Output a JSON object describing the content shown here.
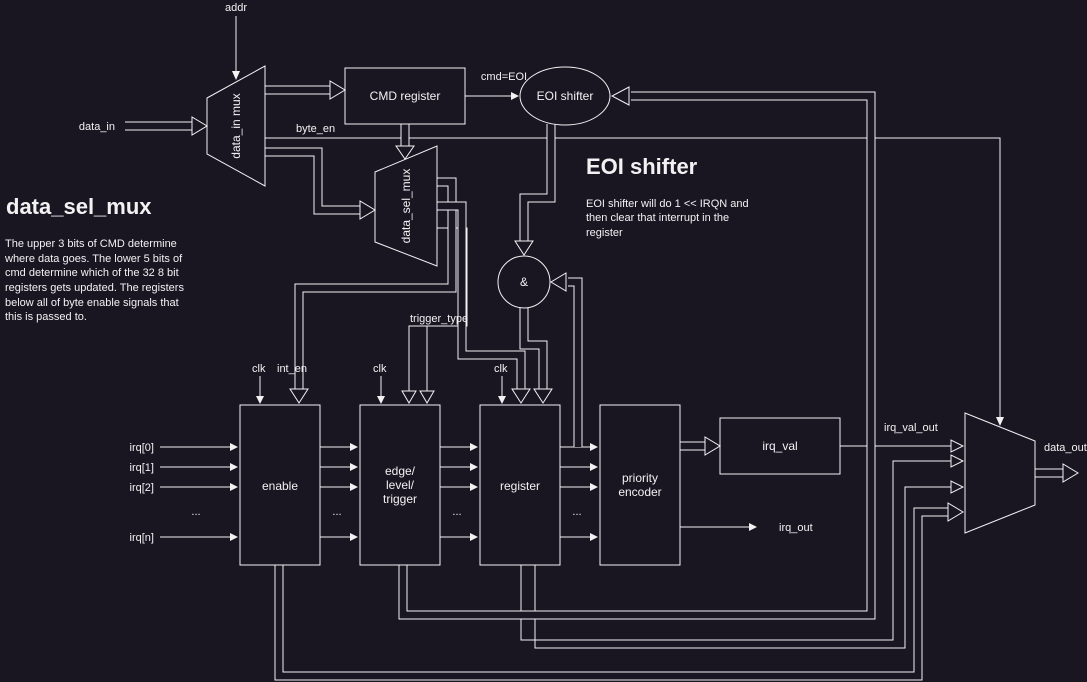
{
  "colors": {
    "background": "#191622",
    "line": "#f2f2f2",
    "text": "#f2f2f2"
  },
  "labels": {
    "addr": "addr",
    "data_in": "data_in",
    "byte_en": "byte_en",
    "cmd_eoi": "cmd=EOI",
    "trigger_type": "trigger_type",
    "clk": "clk",
    "int_en": "int_en",
    "irq0": "irq[0]",
    "irq1": "irq[1]",
    "irq2": "irq[2]",
    "irqn": "irq[n]",
    "dots": "...",
    "irq_out": "irq_out",
    "irq_val_out": "irq_val_out",
    "data_out": "data_out"
  },
  "nodes": {
    "data_in_mux": "data_in mux",
    "cmd_register": "CMD register",
    "eoi_shifter": "EOI shifter",
    "data_sel_mux": "data_sel_mux",
    "and_gate": "&",
    "enable": "enable",
    "edge_level_trigger": [
      "edge/",
      "level/",
      "trigger"
    ],
    "register": "register",
    "priority_encoder": [
      "priority",
      "encoder"
    ],
    "irq_val": "irq_val"
  },
  "notes": {
    "data_sel_mux": {
      "title": "data_sel_mux",
      "lines": [
        "The upper 3 bits of CMD determine",
        "where data goes. The lower 5 bits of",
        "cmd determine which of the 32 8 bit",
        "registers gets updated. The registers",
        "below all of byte enable signals that",
        "this is passed to."
      ]
    },
    "eoi_shifter": {
      "title": "EOI shifter",
      "lines": [
        "EOI shifter will do 1 << IRQN and",
        "then clear that interrupt in the",
        "register"
      ]
    }
  }
}
